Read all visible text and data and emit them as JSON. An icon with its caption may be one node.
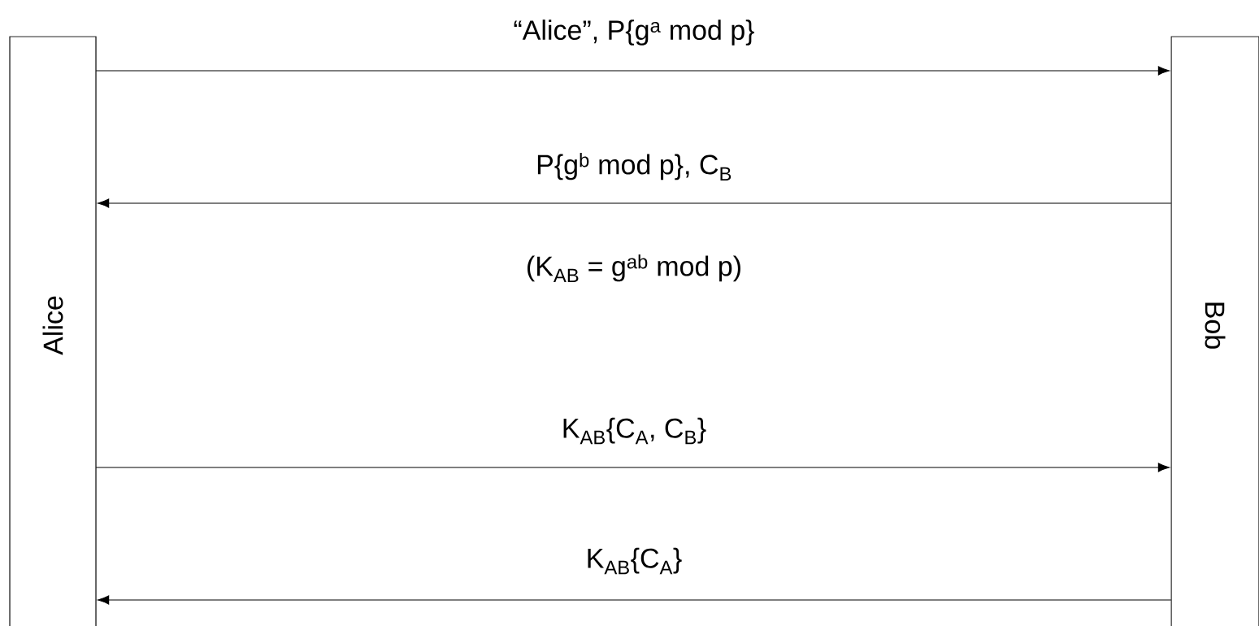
{
  "diagram": {
    "nodes": [
      {
        "text": [
          "Alice"
        ]
      },
      {
        "text": [
          "Bob"
        ]
      }
    ],
    "edges": [
      {
        "from": 0,
        "to": 1,
        "arrow": "to",
        "label": "“Alice”, P{g$^{a}$ mod p}"
      },
      {
        "from": 1,
        "to": 0,
        "arrow": "to",
        "label": "P{g$^{b}$ mod p}, C$_{B}$"
      },
      {
        "from": 0,
        "to": 1,
        "arrow": "to",
        "label": "K$_{AB}${C$_{A}$, C$_{B}$}"
      },
      {
        "from": 1,
        "to": 0,
        "arrow": "to",
        "label": "K$_{AB}${C$_{A}$}"
      }
    ],
    "labels": [
      "(K$_{AB}$ = g$^{ab}$ mod p)"
    ]
  }
}
